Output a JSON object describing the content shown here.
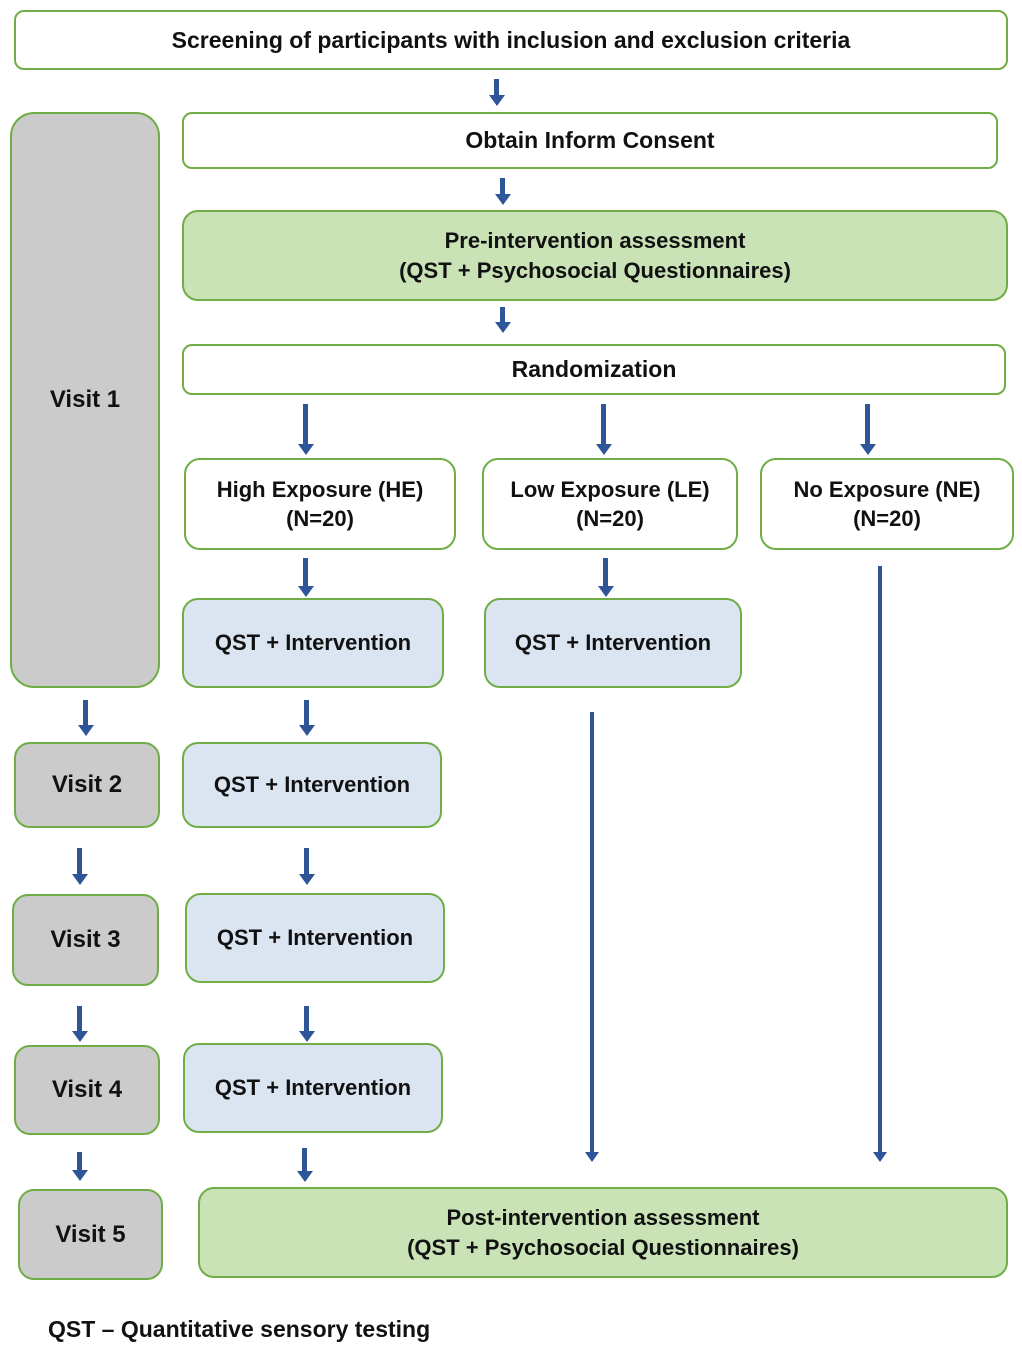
{
  "diagram": {
    "labels": {
      "screening": "Screening of participants with inclusion and exclusion criteria",
      "consent": "Obtain Inform Consent",
      "pre_line1": "Pre-intervention assessment",
      "pre_line2": "(QST + Psychosocial Questionnaires)",
      "randomization": "Randomization",
      "he_line1": "High Exposure (HE)",
      "he_line2": "(N=20)",
      "le_line1": "Low Exposure (LE)",
      "le_line2": "(N=20)",
      "ne_line1": "No Exposure (NE)",
      "ne_line2": "(N=20)",
      "qst_intervention": "QST + Intervention",
      "post_line1": "Post-intervention assessment",
      "post_line2": "(QST + Psychosocial Questionnaires)"
    },
    "visits": [
      "Visit 1",
      "Visit 2",
      "Visit 3",
      "Visit 4",
      "Visit 5"
    ],
    "caption": "QST – Quantitative sensory testing",
    "colors": {
      "border_green": "#70ad47",
      "fill_green": "#c9e2b6",
      "fill_blue": "#dbe5f1",
      "fill_gray": "#cccbcb",
      "arrow_blue": "#2e5597",
      "text": "#111111"
    }
  }
}
